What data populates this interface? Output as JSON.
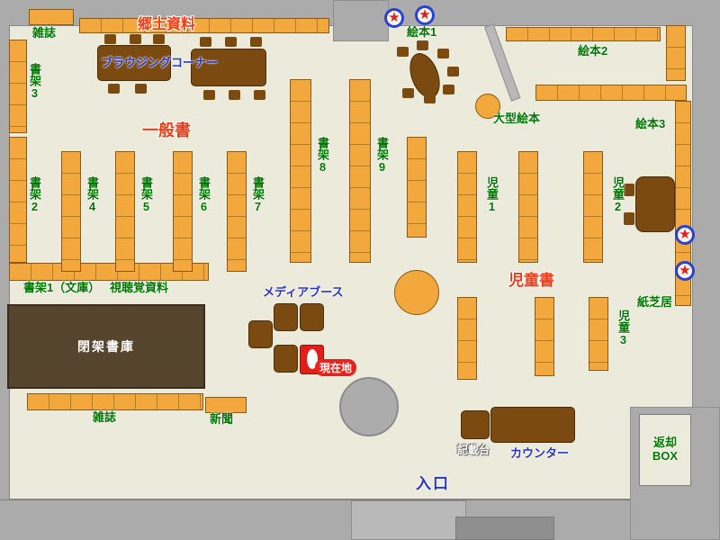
{
  "title": "library-floor-map",
  "colors": {
    "floor": "#ebeadb",
    "wall_gray": "#ababab",
    "shelf_orange": "#f3a83e",
    "shelf_border": "#8a5a14",
    "furniture_brown": "#7a4a10",
    "closed_stacks_brown": "#55452f",
    "label_green": "#007800",
    "label_red": "#f23c14",
    "label_blue": "#2733c8",
    "current_location_red": "#e8231e",
    "star_red": "#e02020",
    "star_ring_blue": "#2742d6"
  },
  "icons": {
    "star": "★"
  },
  "labels": {
    "magazines_top": "雑誌",
    "local_materials": "郷土資料",
    "browsing_corner": "ブラウジングコーナー",
    "shelf3": "書架3",
    "shelf2": "書架2",
    "general_books": "一般書",
    "shelf4": "書架4",
    "shelf5": "書架5",
    "shelf6": "書架6",
    "shelf7": "書架7",
    "shelf8": "書架8",
    "shelf9": "書架9",
    "ehon1": "絵本1",
    "ehon2": "絵本2",
    "ehon3": "絵本3",
    "large_ehon": "大型絵本",
    "jido1": "児童1",
    "jido2": "児童2",
    "jido3": "児童3",
    "children_books": "児童書",
    "kamishibai": "紙芝居",
    "shelf1_bunko": "書架1（文庫）",
    "audio_visual": "視聴覚資料",
    "media_booth": "メディアブース",
    "closed_stacks": "閉架書庫",
    "current_location": "現在地",
    "magazines_bottom": "雑誌",
    "newspaper": "新聞",
    "writing_stand": "記載台",
    "counter": "カウンター",
    "entrance": "入口",
    "return_box": "返却BOX"
  }
}
